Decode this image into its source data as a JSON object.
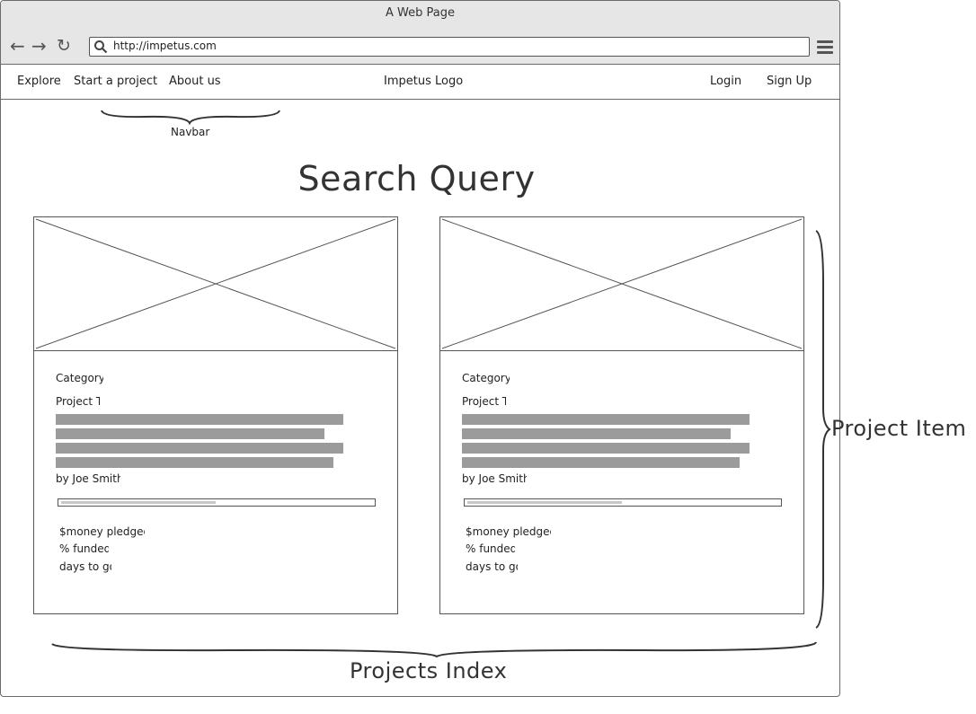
{
  "window": {
    "title": "A Web Page",
    "url": "http://impetus.com"
  },
  "browser_icons": {
    "back": "arrow-left-icon",
    "forward": "arrow-right-icon",
    "reload": "reload-icon",
    "search": "search-icon",
    "menu": "hamburger-menu-icon"
  },
  "navbar": {
    "explore": "Explore",
    "start_project": "Start a project",
    "about": "About us",
    "logo": "Impetus Logo",
    "login": "Login",
    "signup": "Sign Up"
  },
  "annotations": {
    "navbar": "Navbar",
    "project_item": "Project Item",
    "projects_index": "Projects Index"
  },
  "page": {
    "title": "Search Query"
  },
  "projects": [
    {
      "category": "Category",
      "title": "Project Title",
      "author": "by Joe Smith",
      "funded_fraction": 0.5,
      "money_pledged": "$money pledged",
      "percent_funded": "% funded",
      "days_to_go": "days to go"
    },
    {
      "category": "Category",
      "title": "Project Title",
      "author": "by Joe Smith",
      "funded_fraction": 0.5,
      "money_pledged": "$money pledged",
      "percent_funded": "% funded",
      "days_to_go": "days to go"
    }
  ],
  "colors": {
    "placeholder_text_bar": "#9b9b9b",
    "progress_fill": "#c8c8c8",
    "chrome": "#e6e6e6"
  }
}
